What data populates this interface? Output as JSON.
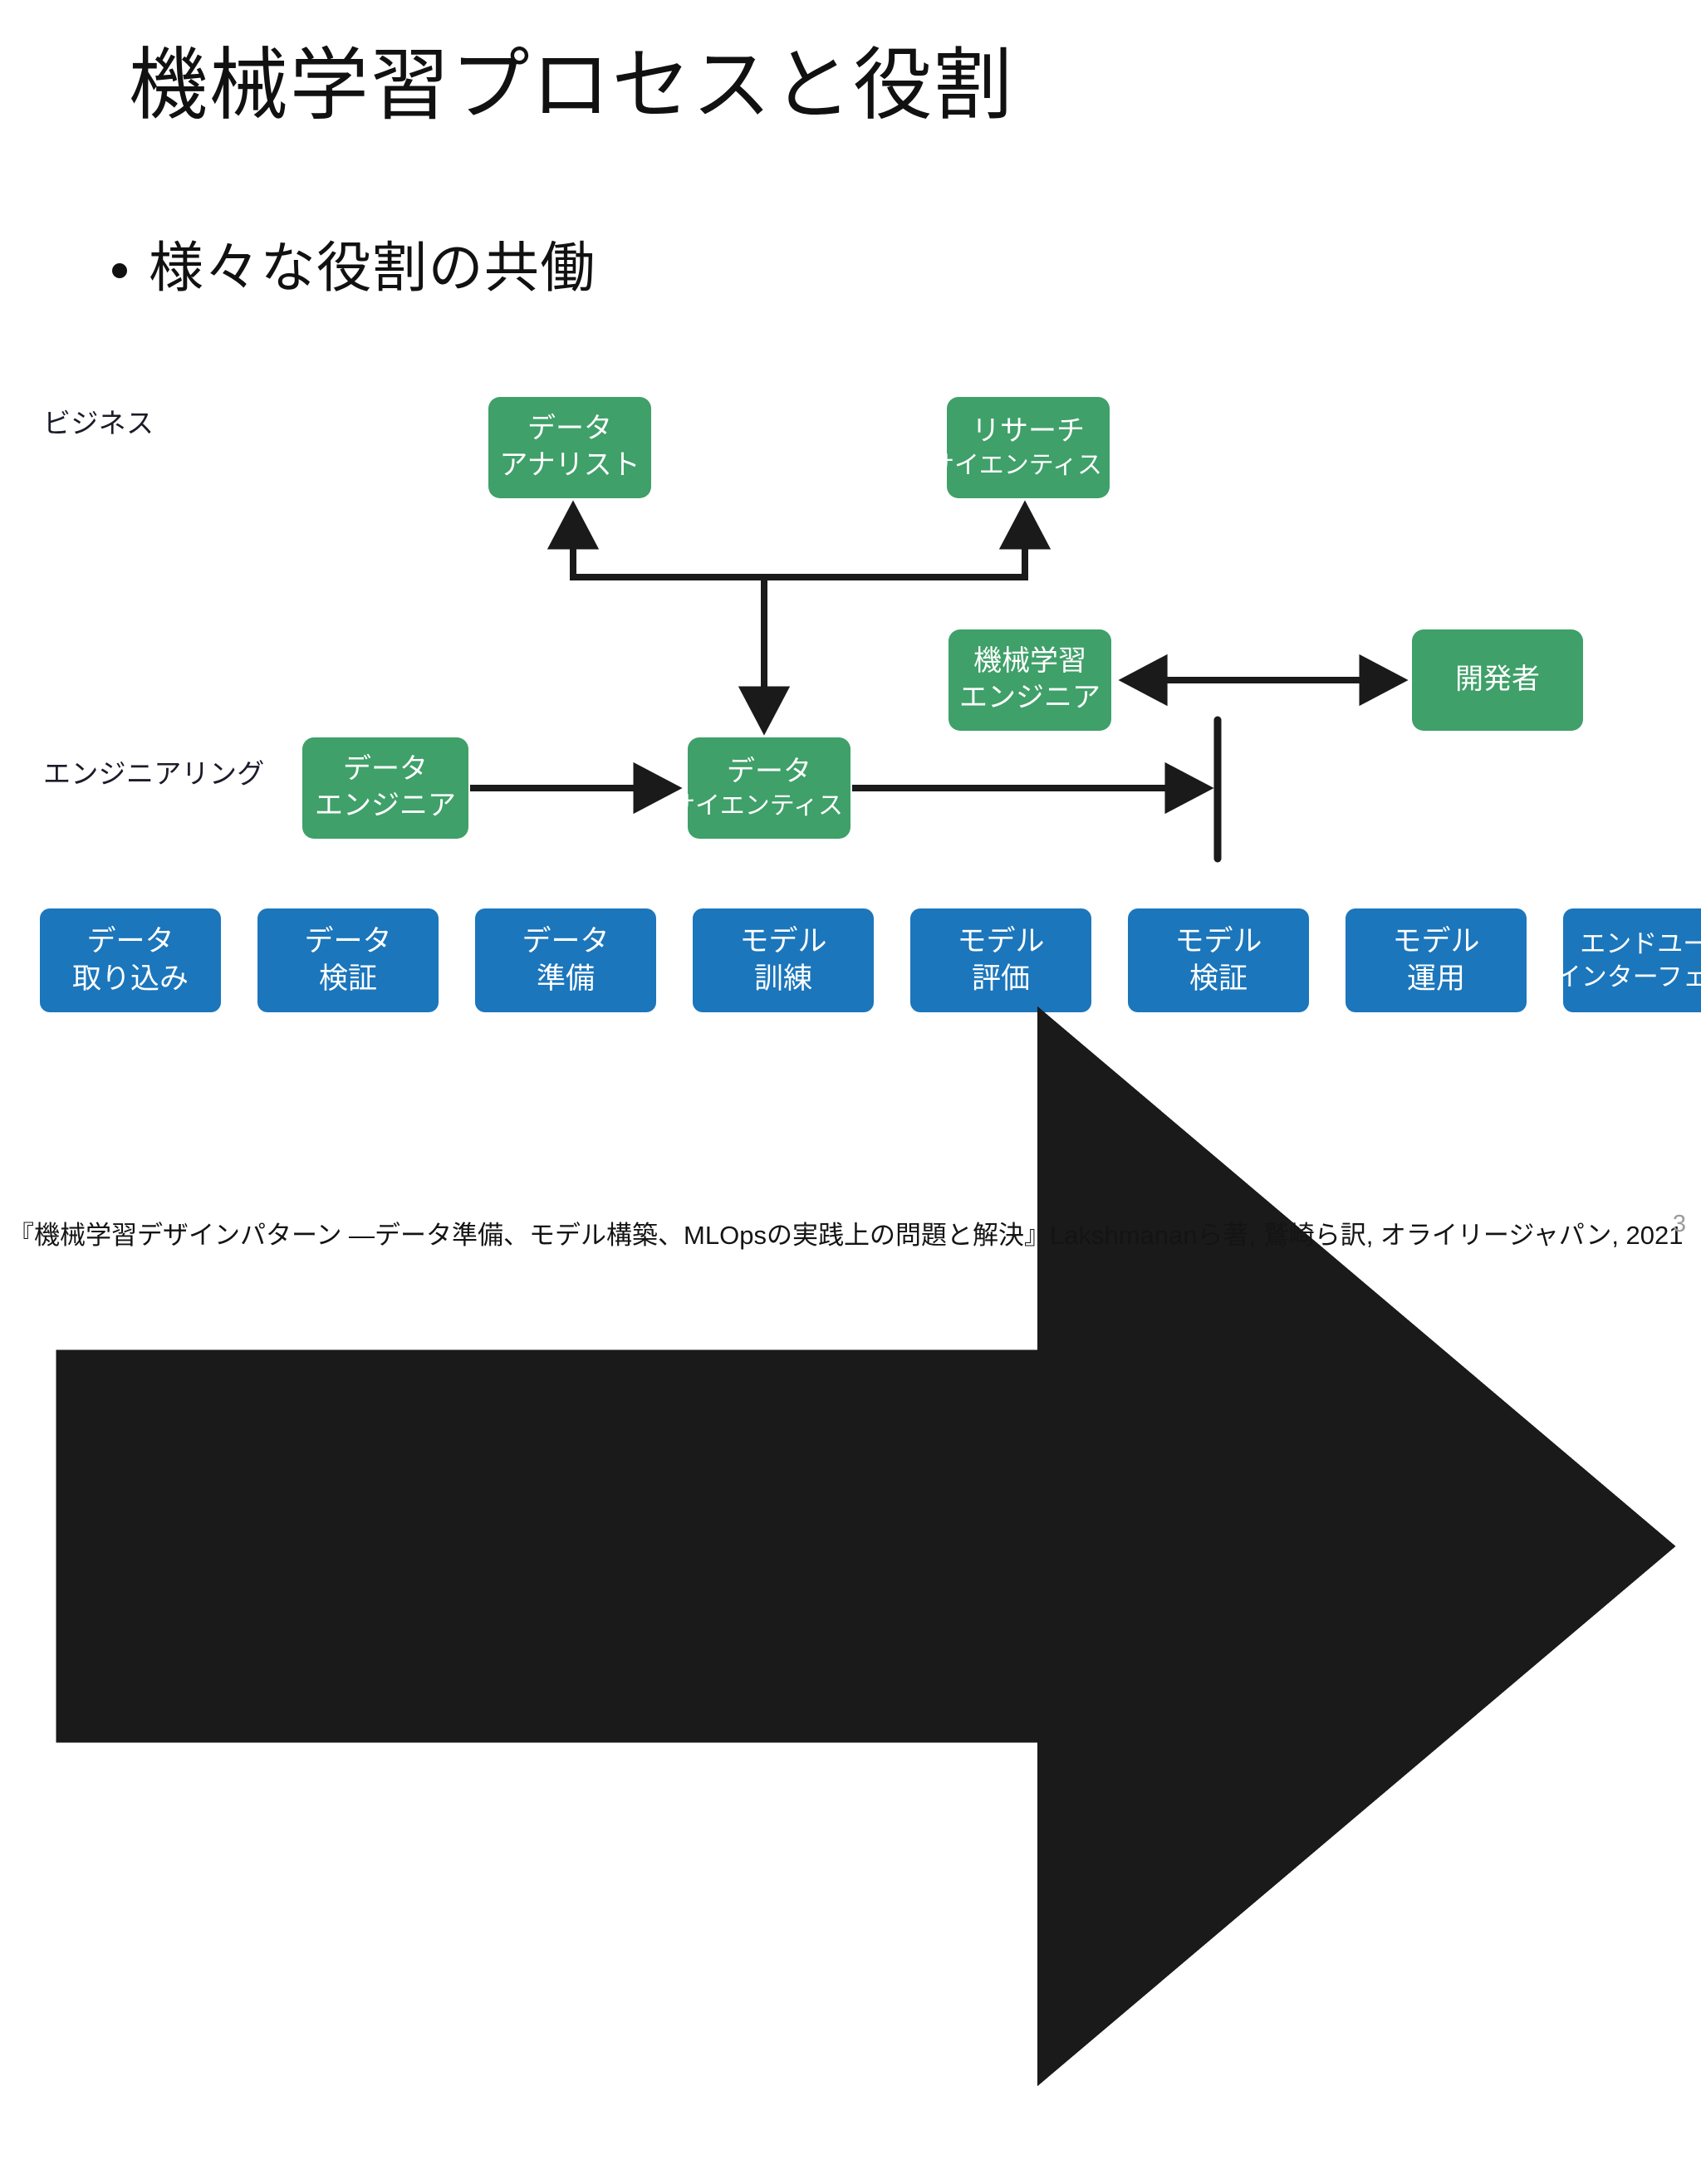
{
  "slide": {
    "title": "機械学習プロセスと役割",
    "bullet": "様々な役割の共働",
    "page_number": "3",
    "footer_citation": "『機械学習デザインパターン ―データ準備、モデル構築、MLOpsの実践上の問題と解決』Lakshmananら著, 鷲崎ら訳, オライリージャパン, 2021"
  },
  "colors": {
    "role_green": "#3fa069",
    "pipeline_blue": "#1b76bc",
    "connector_black": "#1a1a1a",
    "background": "#ffffff",
    "page_number_gray": "#9b9b9b"
  },
  "lanes": [
    {
      "id": "business",
      "label": "ビジネス"
    },
    {
      "id": "engineering",
      "label": "エンジニアリング"
    }
  ],
  "roles": [
    {
      "id": "data-analyst",
      "line1": "データ",
      "line2": "アナリスト",
      "lane": "business"
    },
    {
      "id": "research-scientist",
      "line1": "リサーチ",
      "line2": "サイエンティスト",
      "lane": "business"
    },
    {
      "id": "ml-engineer",
      "line1": "機械学習",
      "line2": "エンジニア",
      "lane": "engineering"
    },
    {
      "id": "developer",
      "line1": "開発者",
      "line2": "",
      "lane": "engineering"
    },
    {
      "id": "data-engineer",
      "line1": "データ",
      "line2": "エンジニア",
      "lane": "engineering"
    },
    {
      "id": "data-scientist",
      "line1": "データ",
      "line2": "サイエンティスト",
      "lane": "engineering"
    }
  ],
  "pipeline": {
    "steps": [
      {
        "id": "data-ingestion",
        "line1": "データ",
        "line2": "取り込み"
      },
      {
        "id": "data-validation",
        "line1": "データ",
        "line2": "検証"
      },
      {
        "id": "data-preparation",
        "line1": "データ",
        "line2": "準備"
      },
      {
        "id": "model-training",
        "line1": "モデル",
        "line2": "訓練"
      },
      {
        "id": "model-evaluation",
        "line1": "モデル",
        "line2": "評価"
      },
      {
        "id": "model-validation",
        "line1": "モデル",
        "line2": "検証"
      },
      {
        "id": "model-serving",
        "line1": "モデル",
        "line2": "運用"
      },
      {
        "id": "end-user-interface",
        "line1": "エンドユーザ",
        "line2": "インターフェース"
      }
    ]
  },
  "connectors": [
    {
      "id": "data-engineer-to-data-scientist",
      "type": "arrow-right"
    },
    {
      "id": "data-scientist-up-split-to-analyst-and-research",
      "type": "tree-up"
    },
    {
      "id": "split-down-to-data-scientist",
      "type": "arrow-down"
    },
    {
      "id": "ml-engineer-developer",
      "type": "double-arrow"
    },
    {
      "id": "data-scientist-to-terminator",
      "type": "arrow-right-to-bar"
    }
  ]
}
